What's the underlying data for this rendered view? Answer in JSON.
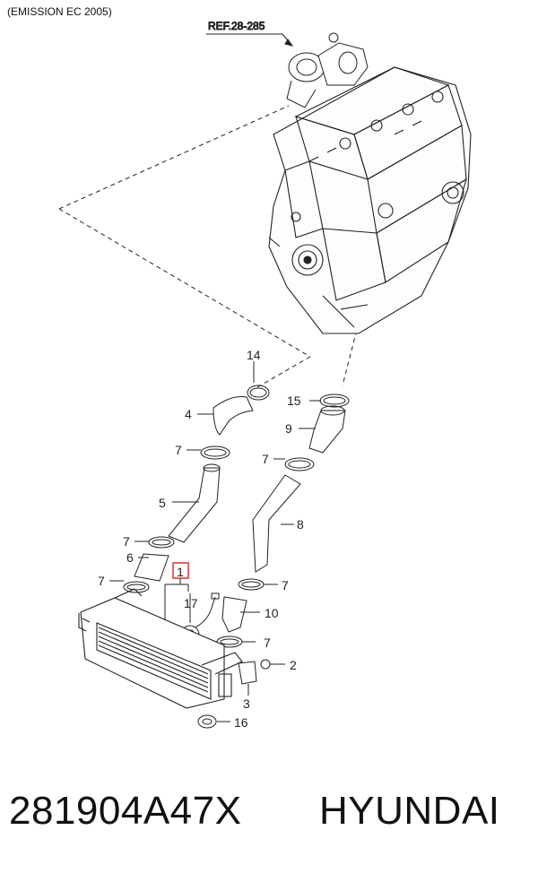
{
  "header": {
    "emission_note": "(EMISSION EC 2005)"
  },
  "reference": {
    "label": "REF.28-285"
  },
  "callouts": {
    "c1": "1",
    "c2": "2",
    "c3": "3",
    "c4": "4",
    "c5": "5",
    "c6": "6",
    "c7a": "7",
    "c7b": "7",
    "c7c": "7",
    "c7d": "7",
    "c7e": "7",
    "c7f": "7",
    "c8": "8",
    "c9": "9",
    "c10": "10",
    "c14": "14",
    "c15": "15",
    "c16": "16",
    "c17": "17"
  },
  "footer": {
    "part_number": "281904A47X",
    "brand": "HYUNDAI"
  },
  "colors": {
    "line": "#222222",
    "highlight": "#e03030"
  }
}
